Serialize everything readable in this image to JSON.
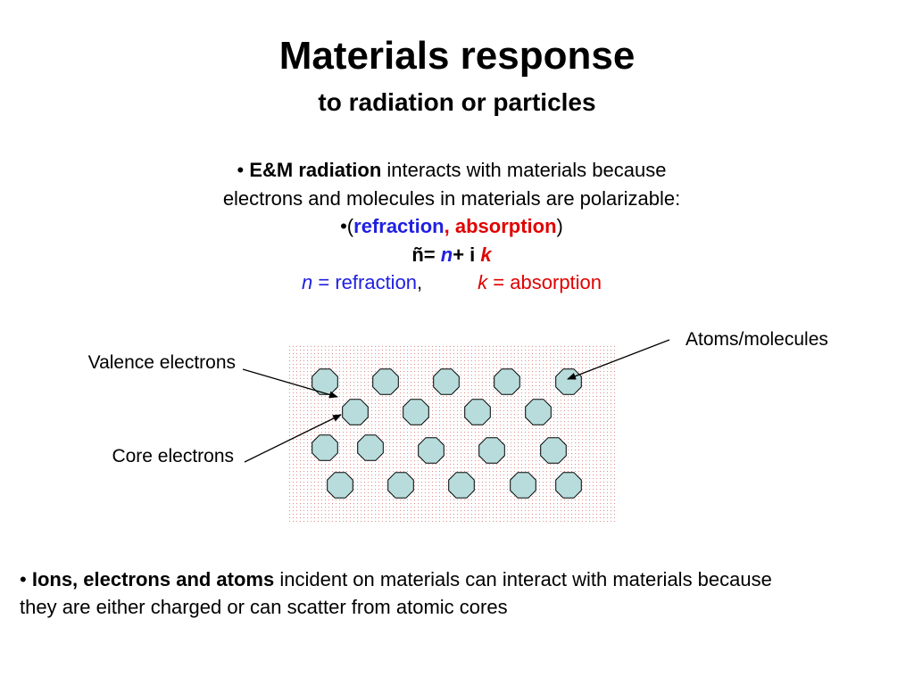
{
  "slide": {
    "title": "Materials response",
    "subtitle": "to radiation or particles"
  },
  "intro": {
    "bullet1": "•",
    "em_radiation": "E&M radiation",
    "interacts_text": "interacts with materials because",
    "electrons_line": "electrons and molecules in materials are polarizable:",
    "paren_open": "•(",
    "refraction": "refraction",
    "comma": ",",
    "absorption": "absorption",
    "paren_close": ")",
    "eq_lhs": "ñ=",
    "eq_n": "n",
    "eq_plus_i": "+ i",
    "eq_k": "k",
    "def_n": "n",
    "def_eq1": "=",
    "def_refraction": "refraction",
    "def_comma": ",",
    "def_k": "k",
    "def_eq2": "=",
    "def_absorption": "absorption"
  },
  "diagram": {
    "labels": {
      "valence": "Valence electrons",
      "core": "Core electrons",
      "atoms": "Atoms/molecules"
    },
    "colors": {
      "atom_fill": "#b8dcdc",
      "atom_stroke": "#000000",
      "dot_color": "#e08a8a"
    },
    "rows_of_atoms": [
      5,
      4,
      5,
      5
    ]
  },
  "bottom": {
    "bullet": "•",
    "bold_text": "Ions, electrons and atoms",
    "rest_line1": "incident on materials can interact with materials because",
    "line2": "they are either charged or can scatter from atomic cores"
  },
  "colors": {
    "blue": "#2020e0",
    "red": "#e00000"
  }
}
